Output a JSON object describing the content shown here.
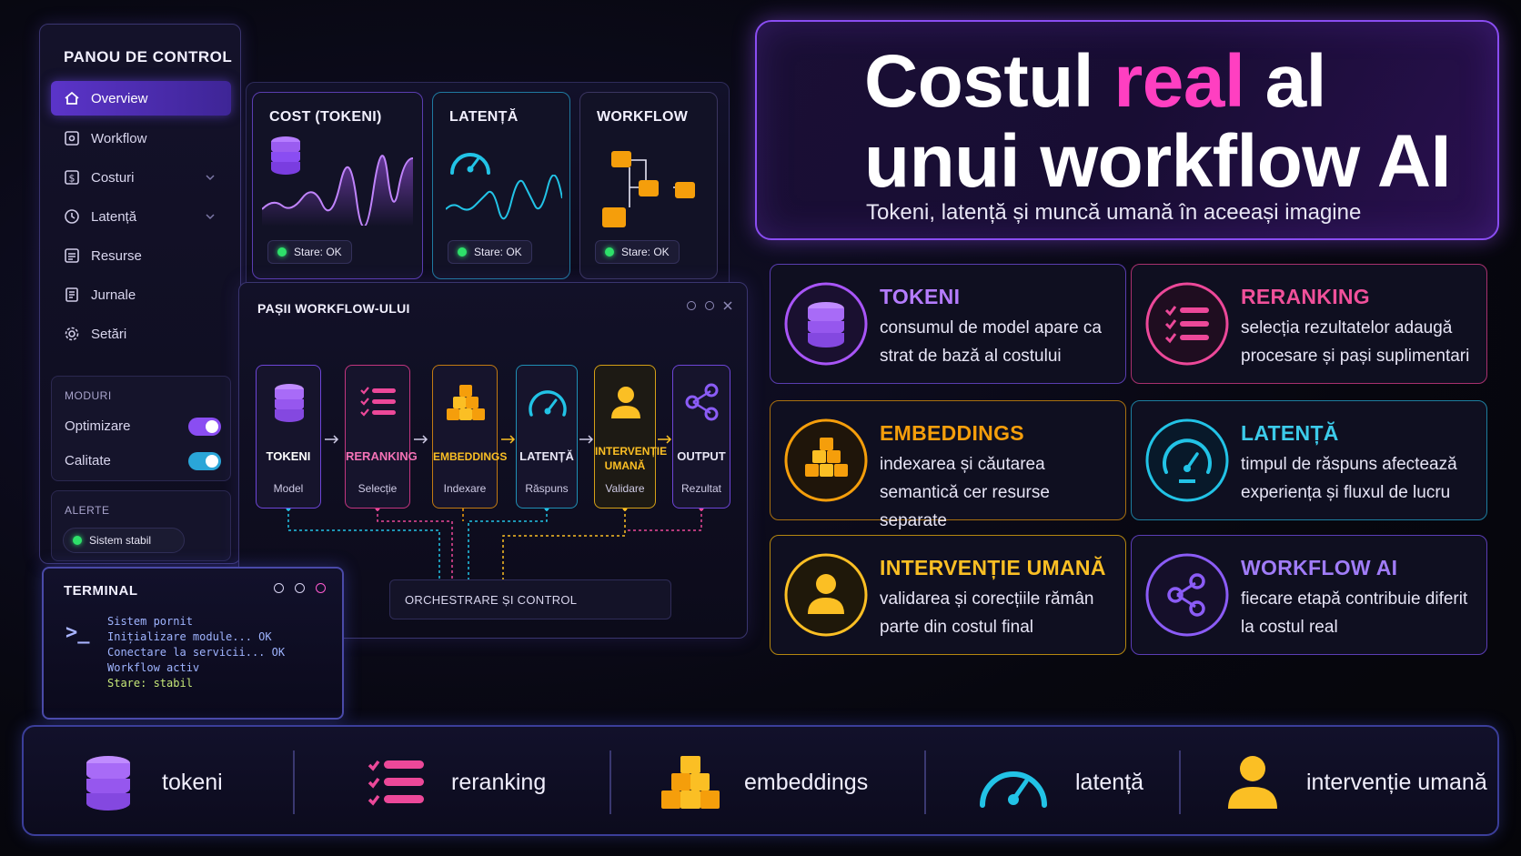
{
  "sidebar": {
    "title": "PANOU DE CONTROL",
    "items": [
      {
        "label": "Overview",
        "active": true
      },
      {
        "label": "Workflow"
      },
      {
        "label": "Costuri"
      },
      {
        "label": "Latență"
      },
      {
        "label": "Resurse"
      },
      {
        "label": "Jurnale"
      },
      {
        "label": "Setări"
      }
    ],
    "modes_title": "MODURI",
    "modes": [
      {
        "label": "Optimizare",
        "color": "#8a4df2"
      },
      {
        "label": "Calitate",
        "color": "#2aa6d8"
      }
    ],
    "alerts_title": "ALERTE",
    "alert_status": "Sistem stabil"
  },
  "metrics": [
    {
      "title": "COST (TOKENI)",
      "status": "Stare: OK",
      "accent": "#a855f7"
    },
    {
      "title": "LATENȚĂ",
      "status": "Stare: OK",
      "accent": "#22c3e6"
    },
    {
      "title": "WORKFLOW",
      "status": "Stare: OK",
      "accent": "#f59e0b"
    }
  ],
  "steps": {
    "title": "PAȘII WORKFLOW-ULUI",
    "items": [
      {
        "name": "TOKENI",
        "sub": "Model",
        "color": "#a855f7"
      },
      {
        "name": "RERANKING",
        "sub": "Selecție",
        "color": "#ec4899"
      },
      {
        "name": "EMBEDDINGS",
        "sub": "Indexare",
        "color": "#f59e0b"
      },
      {
        "name": "LATENȚĂ",
        "sub": "Răspuns",
        "color": "#22c3e6"
      },
      {
        "name": "INTERVENȚIE UMANĂ",
        "sub": "Validare",
        "color": "#fbbf24"
      },
      {
        "name": "OUTPUT",
        "sub": "Rezultat",
        "color": "#8b5cf6"
      }
    ],
    "orchestration": "ORCHESTRARE ȘI CONTROL"
  },
  "terminal": {
    "title": "TERMINAL",
    "prompt": ">_",
    "lines": [
      "Sistem pornit",
      "Inițializare module... OK",
      "Conectare la servicii... OK",
      "Workflow activ",
      "Stare: stabil"
    ]
  },
  "headline": {
    "line1_pre": "Costul ",
    "line1_highlight": "real",
    "line1_post": " al",
    "line2": "unui workflow AI",
    "subtitle": "Tokeni, latență și muncă umană în aceeași imagine"
  },
  "cards": [
    {
      "title": "TOKENI",
      "desc": "consumul de model apare ca strat de bază al costului",
      "color": "#a855f7",
      "icon": "database-icon"
    },
    {
      "title": "RERANKING",
      "desc": "selecția rezultatelor adaugă procesare și pași suplimentari",
      "color": "#ec4899",
      "icon": "checklist-icon"
    },
    {
      "title": "EMBEDDINGS",
      "desc": "indexarea și căutarea semantică cer resurse separate",
      "color": "#f59e0b",
      "icon": "cubes-icon"
    },
    {
      "title": "LATENȚĂ",
      "desc": "timpul de răspuns afectează experiența și fluxul de lucru",
      "color": "#22c3e6",
      "icon": "gauge-icon"
    },
    {
      "title": "INTERVENȚIE UMANĂ",
      "desc": "validarea și corecțiile rămân parte din costul final",
      "color": "#fbbf24",
      "icon": "person-icon"
    },
    {
      "title": "WORKFLOW AI",
      "desc": "fiecare etapă contribuie diferit la costul real",
      "color": "#8b5cf6",
      "icon": "share-nodes-icon"
    }
  ],
  "legend": [
    {
      "label": "tokeni",
      "color": "#a855f7"
    },
    {
      "label": "reranking",
      "color": "#ec4899"
    },
    {
      "label": "embeddings",
      "color": "#f59e0b"
    },
    {
      "label": "latență",
      "color": "#22c3e6"
    },
    {
      "label": "intervenție umană",
      "color": "#fbbf24"
    }
  ]
}
